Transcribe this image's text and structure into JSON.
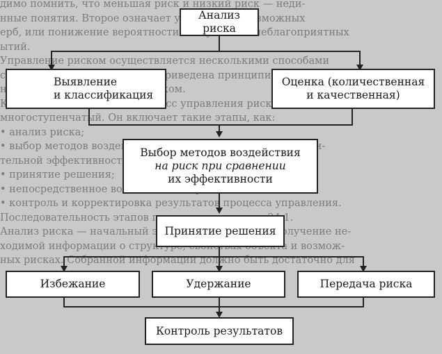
{
  "diagram": {
    "nodes": {
      "risk_analysis": "Анализ риска",
      "identify": [
        "Выявление",
        "и классификация"
      ],
      "assess": [
        "Оценка (количественная",
        "и качественная)"
      ],
      "select_methods": [
        "Выбор методов воздействия",
        "на риск при сравнении",
        "их эффективности"
      ],
      "decision": "Принятие решения",
      "avoid": "Избежание",
      "retain": "Удержание",
      "transfer": "Передача риска",
      "monitor": "Контроль результатов"
    }
  },
  "background_text": [
    "димо помнить, что меньшая риск и низкий риск — неди-",
    "нные понятия. Второе означает уменьшение возможных",
    "ерб, или понижение вероятности наступления неблагоприятных",
    "ытий.",
    "Управление риском осуществляется несколькими способами",
    "совмещенными. На рис. 24.1 приведена принципиальная",
    "на концепция управления риском.",
    "Как было сказано выше, процесс управления риском сложный",
    "многоступенчатый. Он включает такие этапы, как:",
    "• анализ риска;",
    "• выбор методов воздействия на риск при оценке их сравни-",
    "тельной эффективности;",
    "• принятие решения;",
    "• непосредственное воздействие на риск;",
    "• контроль и корректировка результатов процесса управления.",
    "Последовательность этапов показана на рисунке 24.1.",
    "Анализ риска — начальный этап, цель которого — получение не-",
    "ходимой информации о структуре, свойствах объекта и возмож-",
    "ных рисках. Собранной информации должно быть достаточно для"
  ]
}
